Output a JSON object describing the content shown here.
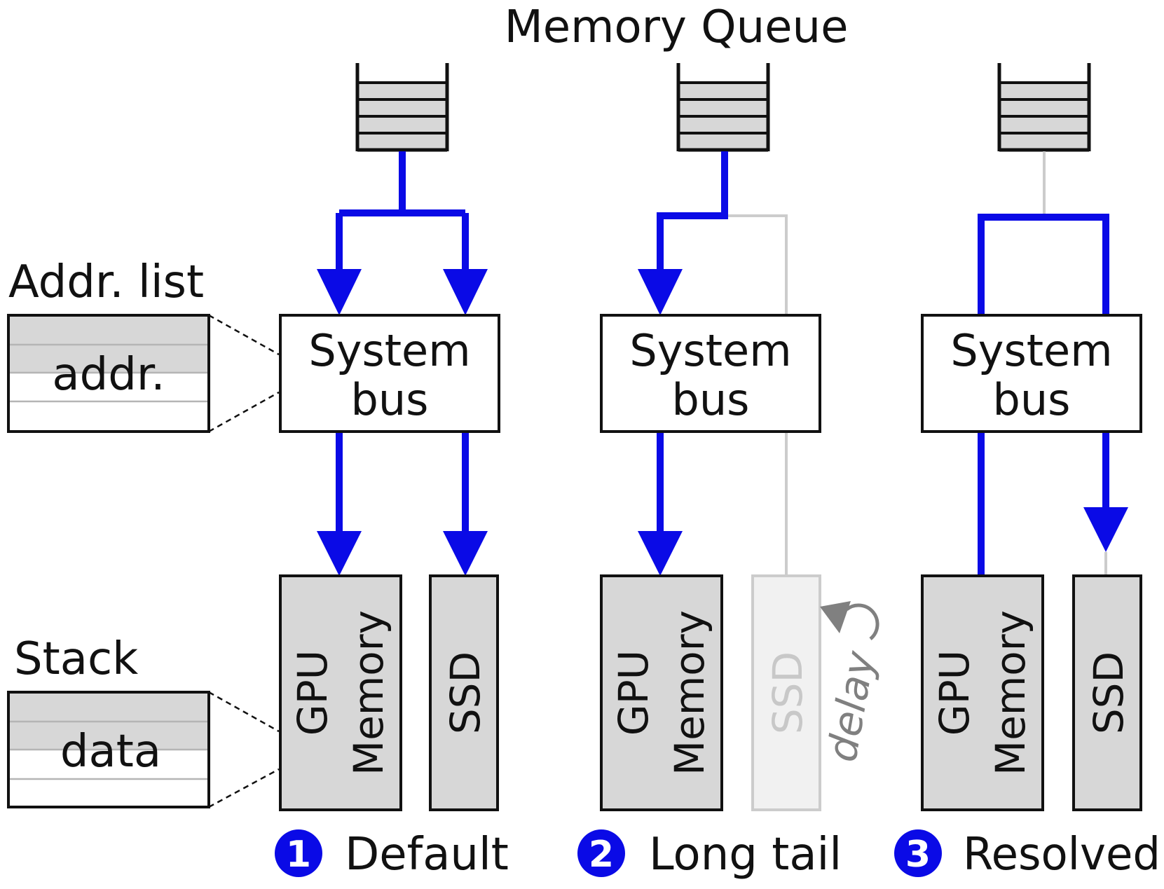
{
  "title": "Memory Queue",
  "legend": {
    "addr_list_title": "Addr. list",
    "addr_cell": "addr.",
    "stack_title": "Stack",
    "stack_cell": "data"
  },
  "colors": {
    "active": "#0a0ae6",
    "inactive": "#cccccc",
    "box_fill": "#d7d7d7",
    "faded_fill": "#f1f1f1",
    "faded_text": "#c8c8c8",
    "delay": "#808080"
  },
  "panels": [
    {
      "number": "1",
      "caption": "Default",
      "bus_line1": "System",
      "bus_line2": "bus",
      "gpu_line1": "GPU",
      "gpu_line2": "Memory",
      "ssd": "SSD"
    },
    {
      "number": "2",
      "caption": "Long tail",
      "bus_line1": "System",
      "bus_line2": "bus",
      "gpu_line1": "GPU",
      "gpu_line2": "Memory",
      "ssd": "SSD",
      "delay_label": "delay"
    },
    {
      "number": "3",
      "caption": "Resolved",
      "bus_line1": "System",
      "bus_line2": "bus",
      "gpu_line1": "GPU",
      "gpu_line2": "Memory",
      "ssd": "SSD"
    }
  ]
}
